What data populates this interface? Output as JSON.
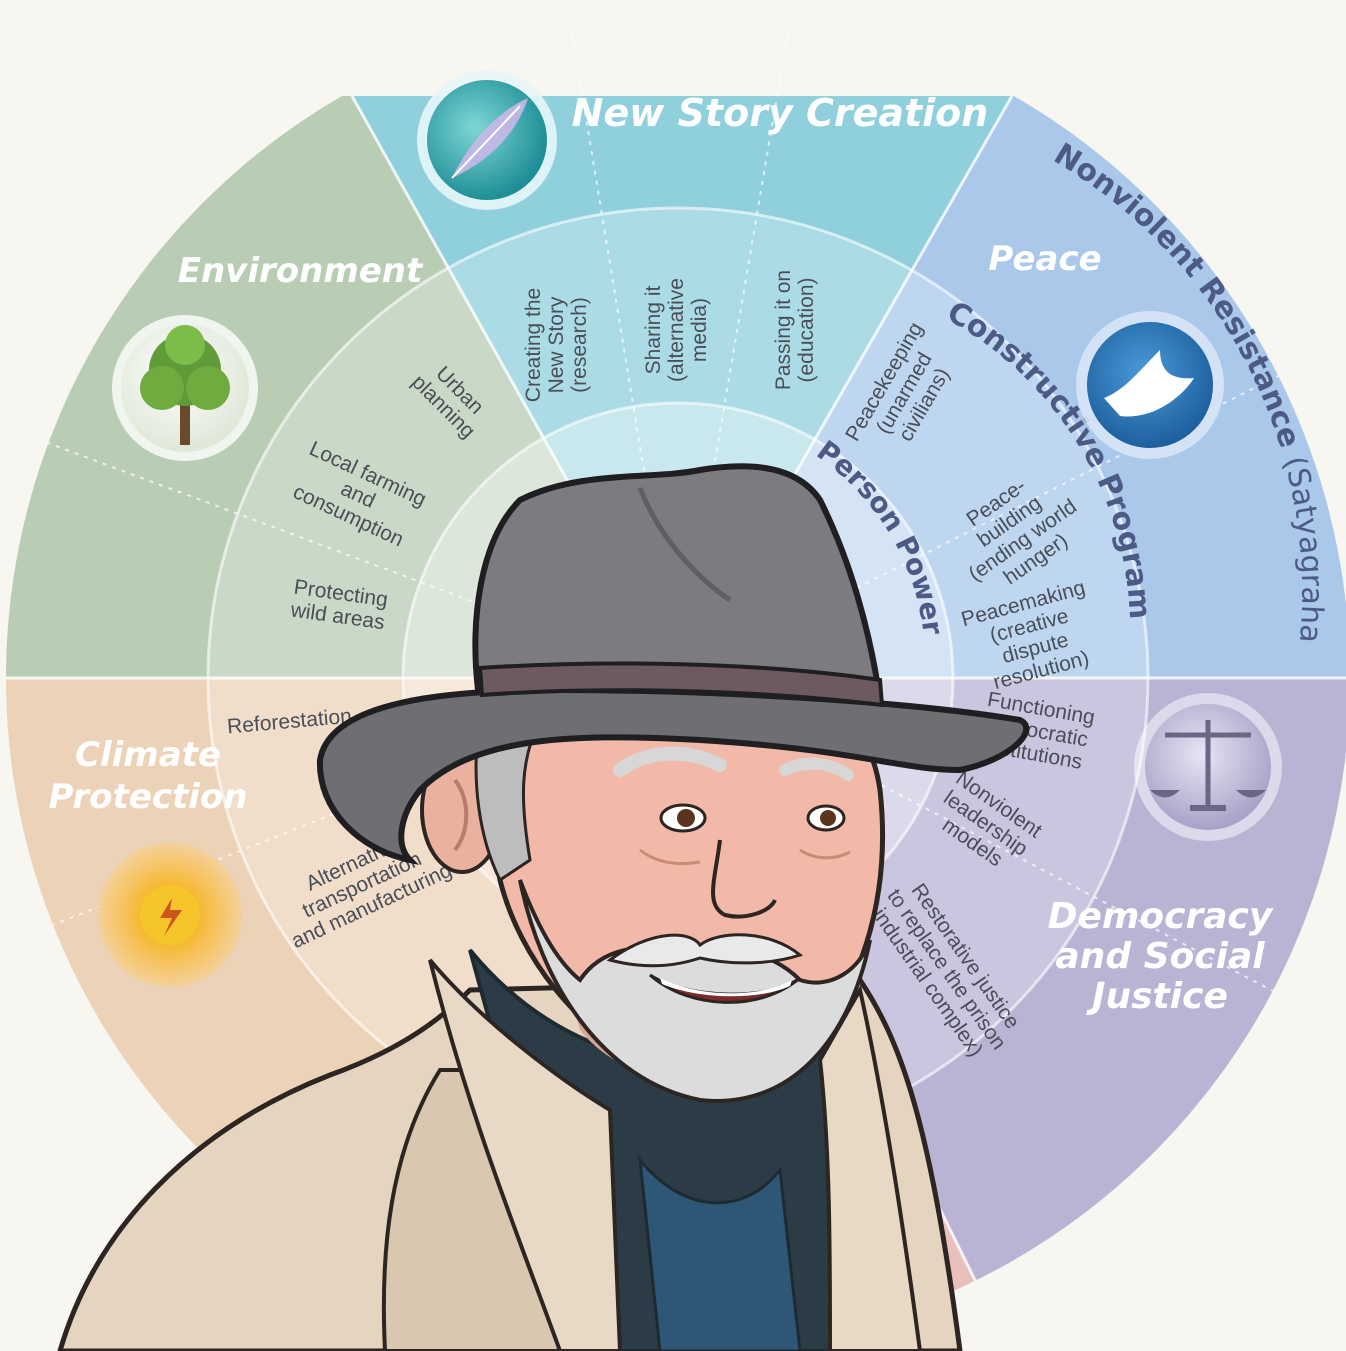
{
  "wheel": {
    "sectors": {
      "new_story": {
        "title": "New Story Creation",
        "color": "#8fd0dc"
      },
      "peace": {
        "title": "Peace",
        "color": "#a9c8ea"
      },
      "democracy": {
        "title_lines": [
          "Democracy",
          "and Social",
          "Justice"
        ],
        "color": "#b9b3d4"
      },
      "climate": {
        "title_lines": [
          "Climate",
          "Protection"
        ],
        "color": "#ecd3b8"
      },
      "environment": {
        "title": "Environment",
        "color": "#b9cdb4"
      }
    },
    "rings": {
      "nonviolent_resistance": "Nonviolent Resistance",
      "satyagraha": "(Satyagraha)",
      "constructive_program": "Constructive Program",
      "person_power": "Person Power"
    },
    "new_story_items": [
      [
        "Creating the",
        "New Story",
        "(research)"
      ],
      [
        "Sharing it",
        "(alternative",
        "media)"
      ],
      [
        "Passing it on",
        "(education)"
      ]
    ],
    "peace_items": [
      [
        "Peacekeeping",
        "(unarmed",
        "civilians)"
      ],
      [
        "Peace-",
        "building",
        "(ending world",
        "hunger)"
      ],
      [
        "Peacemaking",
        "(creative",
        "dispute",
        "resolution)"
      ]
    ],
    "democracy_items": [
      [
        "Functioning",
        "democratic",
        "institutions"
      ],
      [
        "Nonviolent",
        "leadership",
        "models"
      ],
      [
        "Restorative justice",
        "to replace the prison",
        "industrial complex)"
      ]
    ],
    "environment_items": [
      [
        "Urban",
        "planning"
      ],
      [
        "Local farming",
        "and",
        "consumption"
      ],
      [
        "Protecting",
        "wild areas"
      ]
    ],
    "climate_items": [
      [
        "Reforestation"
      ],
      [
        "Alternative",
        "transportation",
        "and manufacturing"
      ]
    ]
  },
  "icons": {
    "feather": "feather-icon",
    "tree": "tree-icon",
    "dove": "dove-icon",
    "scales": "scales-icon",
    "sun": "sun-icon"
  },
  "figure": {
    "subject": "cartoon-man-portrait"
  }
}
